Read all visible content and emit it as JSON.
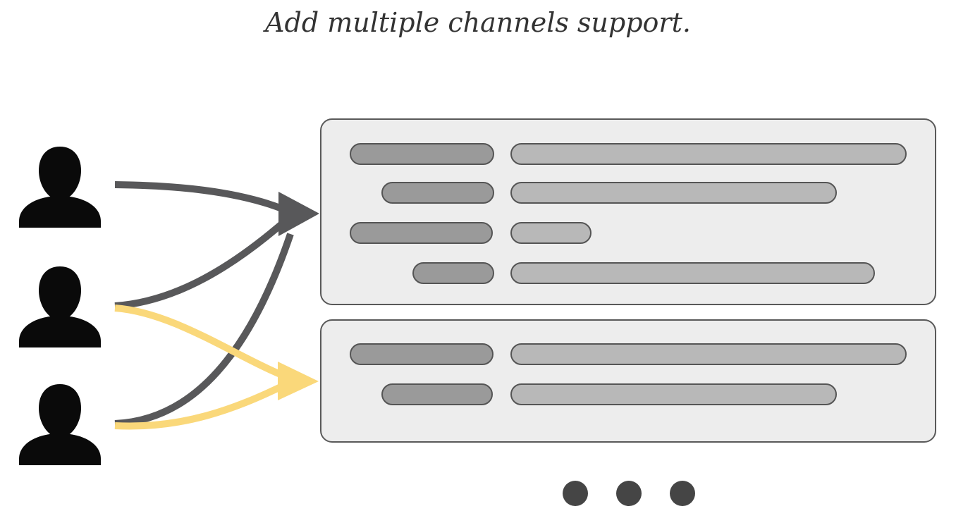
{
  "title": "Add multiple channels support.",
  "colors": {
    "background": "#ffffff",
    "title_text": "#333333",
    "connector_dark": "#58585a",
    "connector_yellow": "#fad87a",
    "panel_fill": "#ededed",
    "panel_border": "#595959",
    "message_author_fill": "#9a9a9a",
    "message_body_fill": "#b8b8b8",
    "message_border": "#555555",
    "user_silhouette": "#0a0a0a",
    "ellipsis_dot": "#454545"
  },
  "diagram": {
    "users": [
      {
        "id": "user-1"
      },
      {
        "id": "user-2"
      },
      {
        "id": "user-3"
      }
    ],
    "channels": [
      {
        "id": "channel-1",
        "message_rows": 4
      },
      {
        "id": "channel-2",
        "message_rows": 2
      }
    ],
    "connections": [
      {
        "from": "user-1",
        "to": "channel-1",
        "color": "dark"
      },
      {
        "from": "user-2",
        "to": "channel-1",
        "color": "dark"
      },
      {
        "from": "user-3",
        "to": "channel-1",
        "color": "dark"
      },
      {
        "from": "user-2",
        "to": "channel-2",
        "color": "yellow"
      },
      {
        "from": "user-3",
        "to": "channel-2",
        "color": "yellow"
      }
    ],
    "more_channels_indicator": {
      "dots": 3
    }
  }
}
